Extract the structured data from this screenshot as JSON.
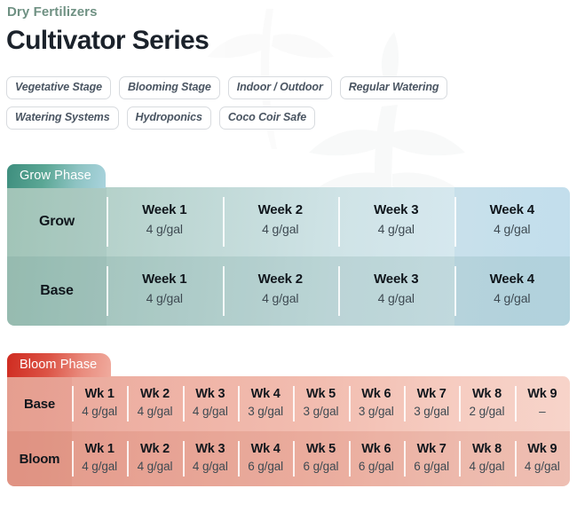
{
  "header": {
    "eyebrow": "Dry Fertilizers",
    "title": "Cultivator Series",
    "eyebrow_color": "#6f9183",
    "title_color": "#1b222b"
  },
  "tags": {
    "row1": [
      {
        "label": "Vegetative Stage"
      },
      {
        "label": "Blooming Stage"
      },
      {
        "label": "Indoor / Outdoor"
      },
      {
        "label": "Regular Watering"
      }
    ],
    "row2": [
      {
        "label": "Watering Systems"
      },
      {
        "label": "Hydroponics"
      },
      {
        "label": "Coco Coir Safe"
      }
    ]
  },
  "phases": {
    "grow": {
      "badge": "Grow Phase",
      "badge_color_start": "#3e8e7e",
      "badge_color_end": "#a9d3dd",
      "rows": [
        {
          "name": "Grow",
          "cells": [
            {
              "week": "Week 1",
              "value": "4 g/gal"
            },
            {
              "week": "Week 2",
              "value": "4 g/gal"
            },
            {
              "week": "Week 3",
              "value": "4 g/gal"
            },
            {
              "week": "Week 4",
              "value": "4 g/gal"
            }
          ]
        },
        {
          "name": "Base",
          "cells": [
            {
              "week": "Week 1",
              "value": "4 g/gal"
            },
            {
              "week": "Week 2",
              "value": "4 g/gal"
            },
            {
              "week": "Week 3",
              "value": "4 g/gal"
            },
            {
              "week": "Week 4",
              "value": "4 g/gal"
            }
          ]
        }
      ]
    },
    "bloom": {
      "badge": "Bloom Phase",
      "badge_color_start": "#cf2b20",
      "badge_color_end": "#f0ab9e",
      "rows": [
        {
          "name": "Base",
          "cells": [
            {
              "week": "Wk 1",
              "value": "4 g/gal"
            },
            {
              "week": "Wk 2",
              "value": "4 g/gal"
            },
            {
              "week": "Wk 3",
              "value": "4 g/gal"
            },
            {
              "week": "Wk 4",
              "value": "3 g/gal"
            },
            {
              "week": "Wk 5",
              "value": "3 g/gal"
            },
            {
              "week": "Wk 6",
              "value": "3 g/gal"
            },
            {
              "week": "Wk 7",
              "value": "3 g/gal"
            },
            {
              "week": "Wk 8",
              "value": "2 g/gal"
            },
            {
              "week": "Wk 9",
              "value": "–"
            }
          ]
        },
        {
          "name": "Bloom",
          "cells": [
            {
              "week": "Wk 1",
              "value": "4 g/gal"
            },
            {
              "week": "Wk 2",
              "value": "4 g/gal"
            },
            {
              "week": "Wk 3",
              "value": "4 g/gal"
            },
            {
              "week": "Wk 4",
              "value": "6 g/gal"
            },
            {
              "week": "Wk 5",
              "value": "6 g/gal"
            },
            {
              "week": "Wk 6",
              "value": "6 g/gal"
            },
            {
              "week": "Wk 7",
              "value": "6 g/gal"
            },
            {
              "week": "Wk 8",
              "value": "4 g/gal"
            },
            {
              "week": "Wk 9",
              "value": "4 g/gal"
            }
          ]
        }
      ]
    }
  }
}
